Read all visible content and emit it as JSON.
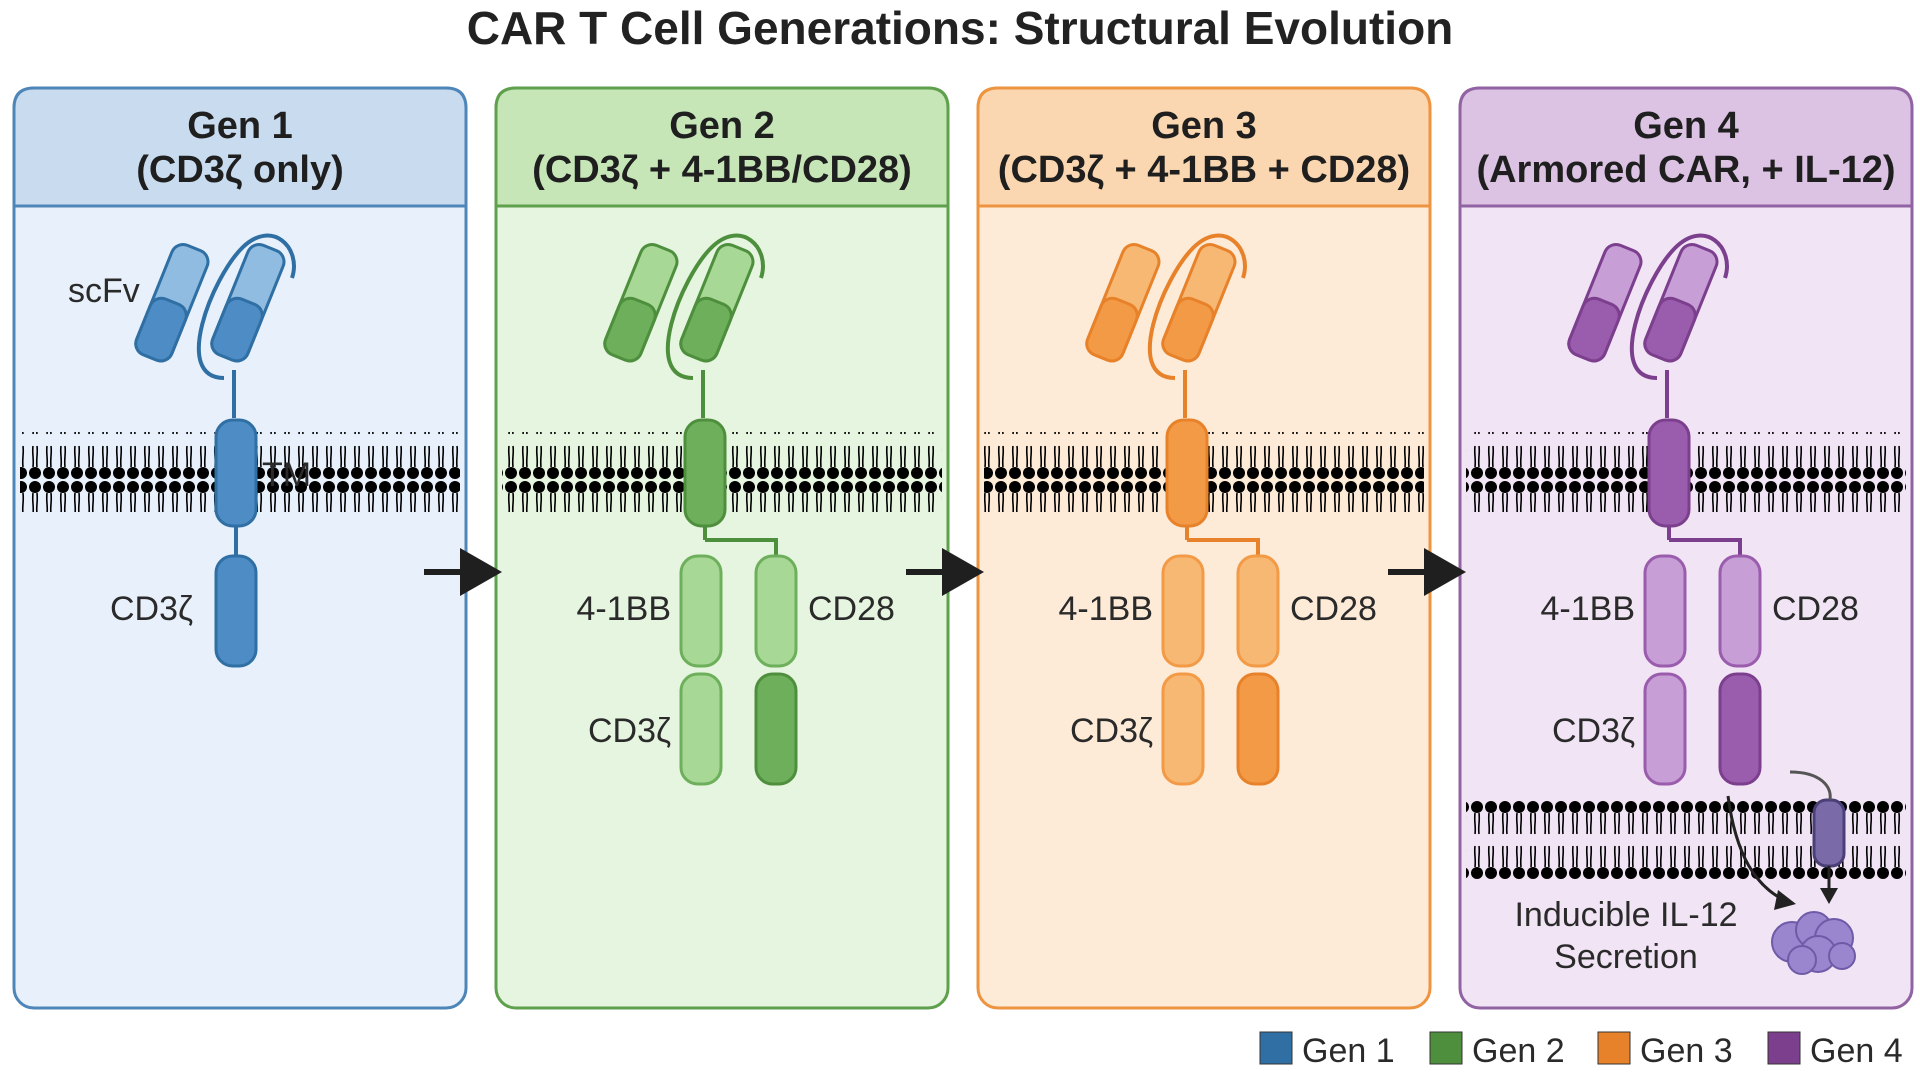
{
  "title": "CAR T Cell Generations: Structural Evolution",
  "colors": {
    "gen1": {
      "dark": "#2f6fa4",
      "mid": "#4d8cc4",
      "light": "#8fbce0",
      "panel": "#e8f1fb",
      "header": "#c9dcef",
      "border": "#4f86b8"
    },
    "gen2": {
      "dark": "#4e8f3e",
      "mid": "#6daf5a",
      "light": "#a8d896",
      "panel": "#e6f5df",
      "header": "#c6e6b8",
      "border": "#5fa04d"
    },
    "gen3": {
      "dark": "#e8822a",
      "mid": "#f39a46",
      "light": "#f7b873",
      "panel": "#fdebd8",
      "header": "#fad7b0",
      "border": "#ee9440"
    },
    "gen4": {
      "dark": "#7c3f8e",
      "mid": "#9a5cac",
      "light": "#c79ed6",
      "panel": "#f1e4f4",
      "header": "#dcc3e4",
      "border": "#9163a3"
    }
  },
  "panels": [
    {
      "title": "Gen 1",
      "subtitle": "(CD3ζ only)",
      "labels": {
        "scfv": "scFv",
        "tm": "TM",
        "cd3z": "CD3ζ"
      }
    },
    {
      "title": "Gen 2",
      "subtitle": "(CD3ζ + 4-1BB/CD28)",
      "labels": {
        "costim_left": "4-1BB",
        "costim_right": "CD28",
        "cd3z": "CD3ζ"
      }
    },
    {
      "title": "Gen 3",
      "subtitle": "(CD3ζ + 4-1BB + CD28)",
      "labels": {
        "costim_left": "4-1BB",
        "costim_right": "CD28",
        "cd3z": "CD3ζ"
      }
    },
    {
      "title": "Gen 4",
      "subtitle": "(Armored CAR, + IL-12)",
      "labels": {
        "costim_left": "4-1BB",
        "costim_right": "CD28",
        "cd3z": "CD3ζ",
        "secretion_line1": "Inducible IL-12",
        "secretion_line2": "Secretion"
      }
    }
  ],
  "legend": [
    {
      "label": "Gen 1",
      "color": "#2f6fa4"
    },
    {
      "label": "Gen 2",
      "color": "#4e8f3e"
    },
    {
      "label": "Gen 3",
      "color": "#e8822a"
    },
    {
      "label": "Gen 4",
      "color": "#7c3f8e"
    }
  ],
  "icons": {
    "arrow": "arrow-right-icon",
    "membrane": "lipid-bilayer",
    "il12": "il12-protein-icon"
  }
}
